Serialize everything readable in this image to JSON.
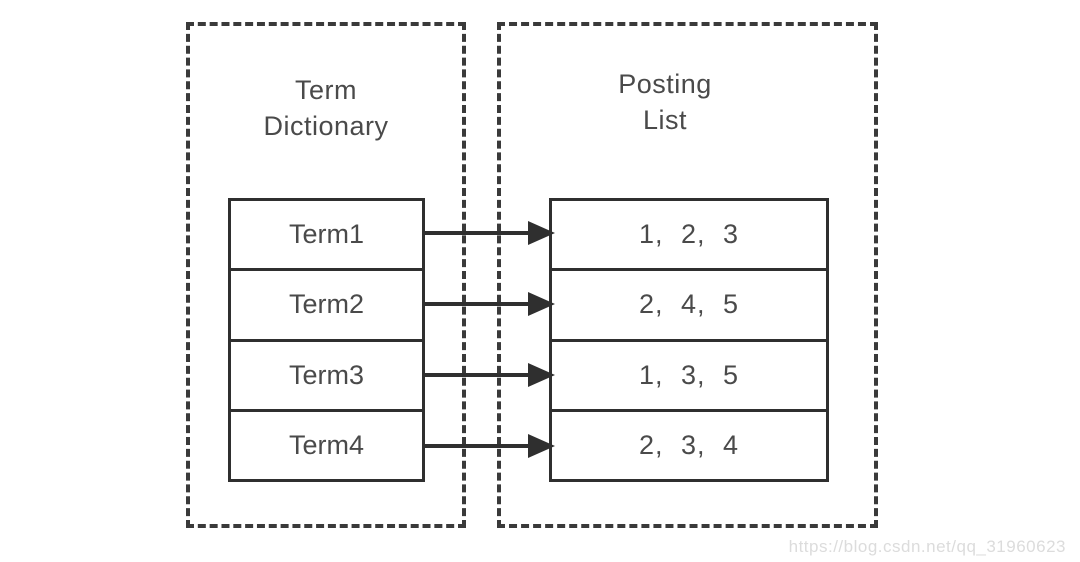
{
  "term_dictionary": {
    "title": "Term Dictionary",
    "title_lines": [
      "Term",
      "Dictionary"
    ],
    "rows": [
      "Term1",
      "Term2",
      "Term3",
      "Term4"
    ]
  },
  "posting_list": {
    "title": "Posting List",
    "title_lines": [
      "Posting",
      "List"
    ],
    "rows": [
      "1, 2, 3",
      "2, 4, 5",
      "1, 3, 5",
      "2, 3, 4"
    ]
  },
  "arrows": [
    {
      "from": "Term1",
      "to": "1, 2, 3"
    },
    {
      "from": "Term2",
      "to": "2, 4, 5"
    },
    {
      "from": "Term3",
      "to": "1, 3, 5"
    },
    {
      "from": "Term4",
      "to": "2, 3, 4"
    }
  ],
  "watermark": {
    "text": "https://blog.csdn.net/qq_31960623"
  },
  "colors": {
    "background": "#ffffff",
    "stroke": "#2f2f2f",
    "dashed_border": "#3a3a3a",
    "text": "#4a4a4a",
    "watermark": "#dcdcdc"
  }
}
